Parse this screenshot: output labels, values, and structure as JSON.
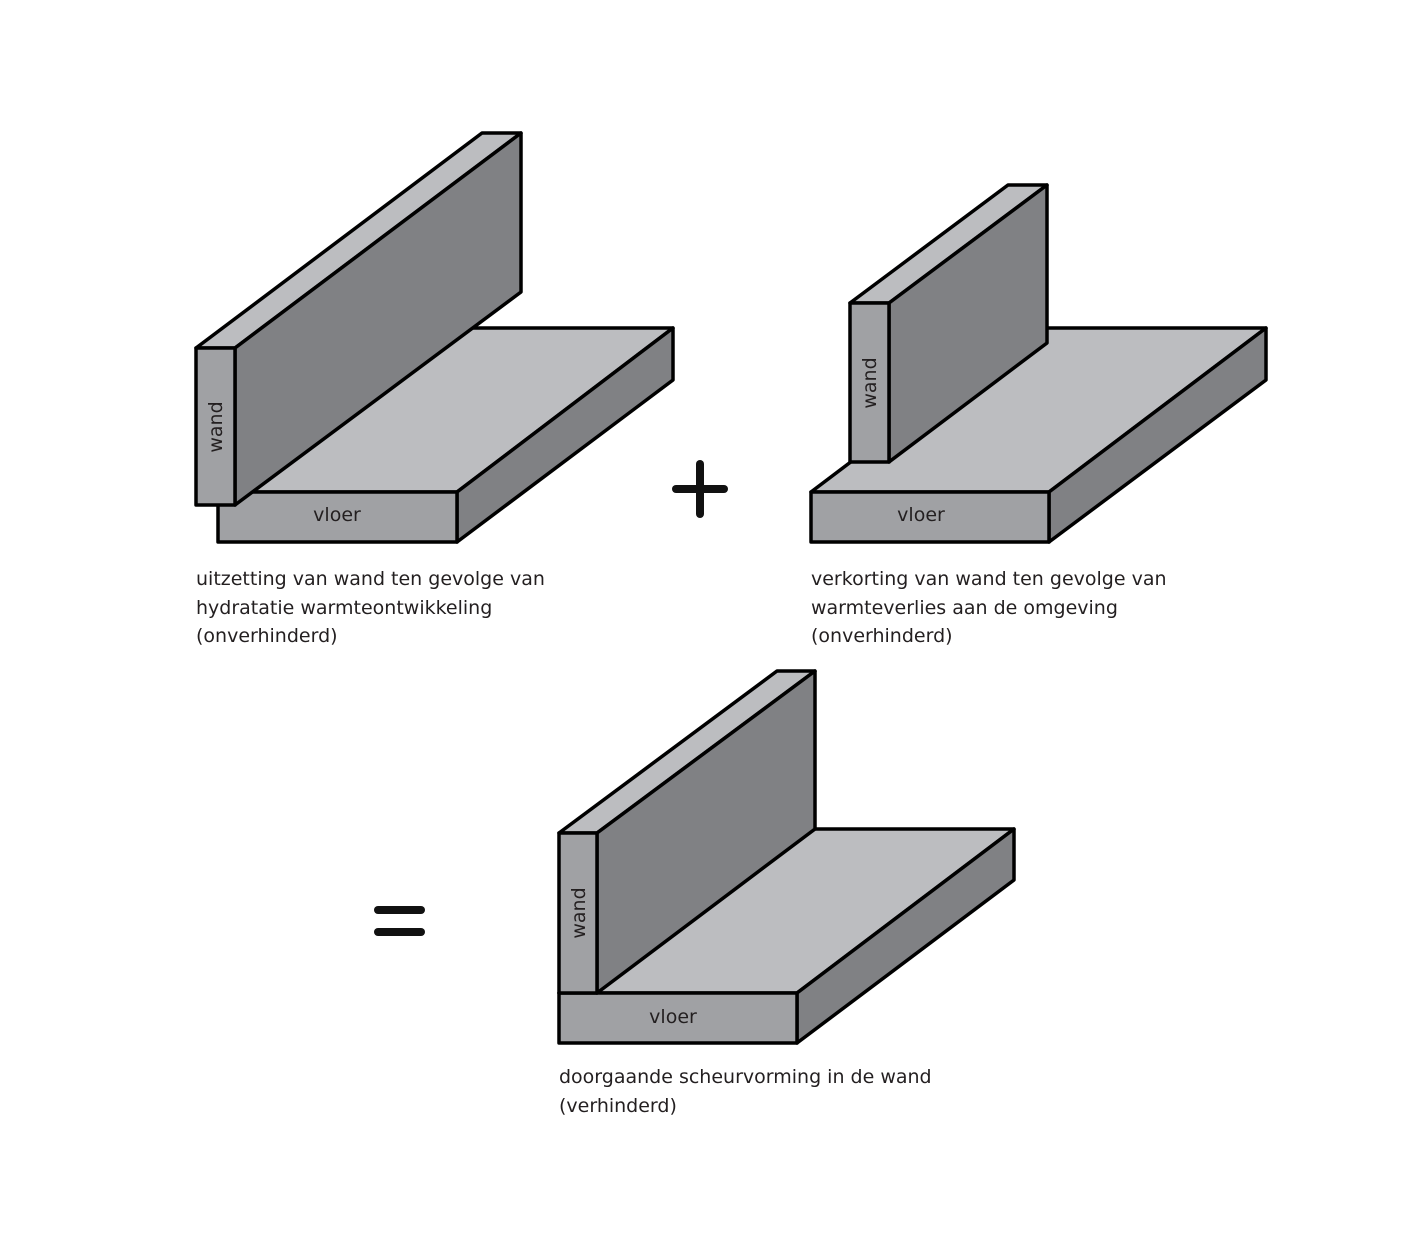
{
  "colors": {
    "top": "#bcbdc0",
    "side": "#808184",
    "front": "#a0a1a4",
    "outline": "#000000"
  },
  "labels": {
    "wall": "wand",
    "floor": "vloer"
  },
  "operators": {
    "plus": "+",
    "equals": "="
  },
  "panels": [
    {
      "caption": [
        "uitzetting van wand ten gevolge van",
        "hydratatie warmteontwikkeling",
        "(onverhinderd)"
      ]
    },
    {
      "caption": [
        "verkorting van wand ten gevolge van",
        "warmteverlies aan de omgeving",
        "(onverhinderd)"
      ]
    },
    {
      "caption": [
        "doorgaande scheurvorming in de wand",
        "(verhinderd)"
      ]
    }
  ]
}
